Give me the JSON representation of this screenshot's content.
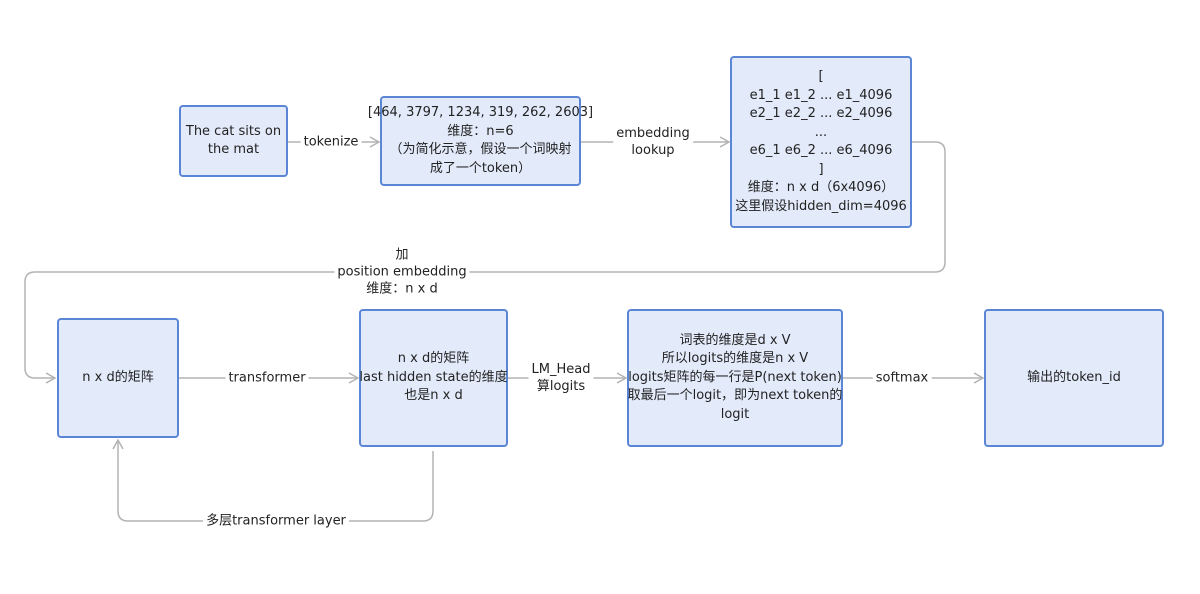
{
  "colors": {
    "node_fill": "#e3ebfb",
    "node_border": "#5b86d6",
    "connector": "#b3b3b3",
    "text": "#222222"
  },
  "nodes": {
    "input_text": [
      "The cat sits on",
      "the mat"
    ],
    "token_ids": [
      "[464, 3797, 1234, 319, 262, 2603]",
      "维度：n=6",
      "（为简化示意，假设一个词映射",
      "成了一个token）"
    ],
    "embedding_matrix": [
      "[",
      "e1_1 e1_2 ... e1_4096",
      "e2_1 e2_2 ... e2_4096",
      "...",
      "e6_1 e6_2 ... e6_4096",
      "]",
      "维度：n x d（6x4096）",
      "这里假设hidden_dim=4096"
    ],
    "nxd_matrix": [
      "n x d的矩阵"
    ],
    "last_hidden_state": [
      "n x d的矩阵",
      "last hidden state的维度",
      "也是n x d"
    ],
    "logits": [
      "词表的维度是d x V",
      "所以logits的维度是n x V",
      "logits矩阵的每一行是P(next token)",
      "取最后一个logit，即为next token的",
      "logit"
    ],
    "output_token": [
      "输出的token_id"
    ]
  },
  "edges": {
    "tokenize": [
      "tokenize"
    ],
    "embedding_lookup": [
      "embedding",
      "lookup"
    ],
    "add_position_embedding": [
      "加",
      "position embedding",
      "维度：n x d"
    ],
    "transformer": [
      "transformer"
    ],
    "lm_head": [
      "LM_Head",
      "算logits"
    ],
    "softmax": [
      "softmax"
    ],
    "multi_layer": [
      "多层transformer layer"
    ]
  }
}
